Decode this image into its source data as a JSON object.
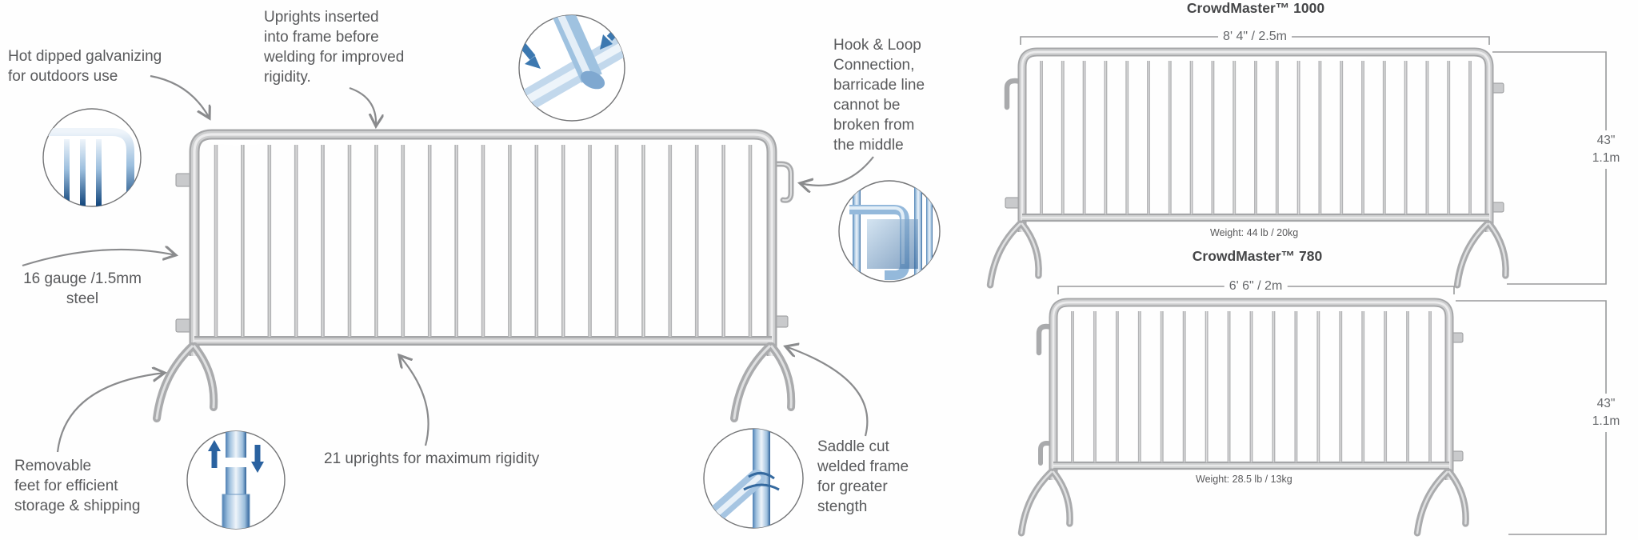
{
  "palette": {
    "text_gray": "#58595b",
    "title_gray": "#454648",
    "dim_gray": "#66686b",
    "metal_gray": "#b2b3b5",
    "accent_blue": "#2f6ba6"
  },
  "callouts": {
    "galvanizing": {
      "lines": [
        "Hot dipped galvanizing",
        "for outdoors use"
      ]
    },
    "uprights_weld": {
      "lines": [
        "Uprights inserted",
        "into frame before",
        "welding for improved",
        "rigidity."
      ]
    },
    "hook_loop": {
      "lines": [
        "Hook & Loop",
        "Connection,",
        "barricade line",
        "cannot be",
        "broken from",
        "the middle"
      ]
    },
    "gauge": {
      "lines": [
        "16 gauge /1.5mm",
        "steel"
      ]
    },
    "removable_feet": {
      "lines": [
        "Removable",
        "feet for efficient",
        "storage & shipping"
      ]
    },
    "uprights_count": {
      "lines": [
        "21 uprights for maximum rigidity"
      ]
    },
    "saddle_cut": {
      "lines": [
        "Saddle cut",
        "welded frame",
        "for greater",
        "stength"
      ]
    }
  },
  "products": [
    {
      "name": "CrowdMaster™ 1000",
      "width_label": "8' 4\" / 2.5m",
      "height_label_in": "43\"",
      "height_label_m": "1.1m",
      "weight": "Weight: 44 lb / 20kg"
    },
    {
      "name": "CrowdMaster™  780",
      "width_label": "6' 6\" / 2m",
      "height_label_in": "43\"",
      "height_label_m": "1.1m",
      "weight": "Weight: 28.5 lb / 13kg"
    }
  ]
}
